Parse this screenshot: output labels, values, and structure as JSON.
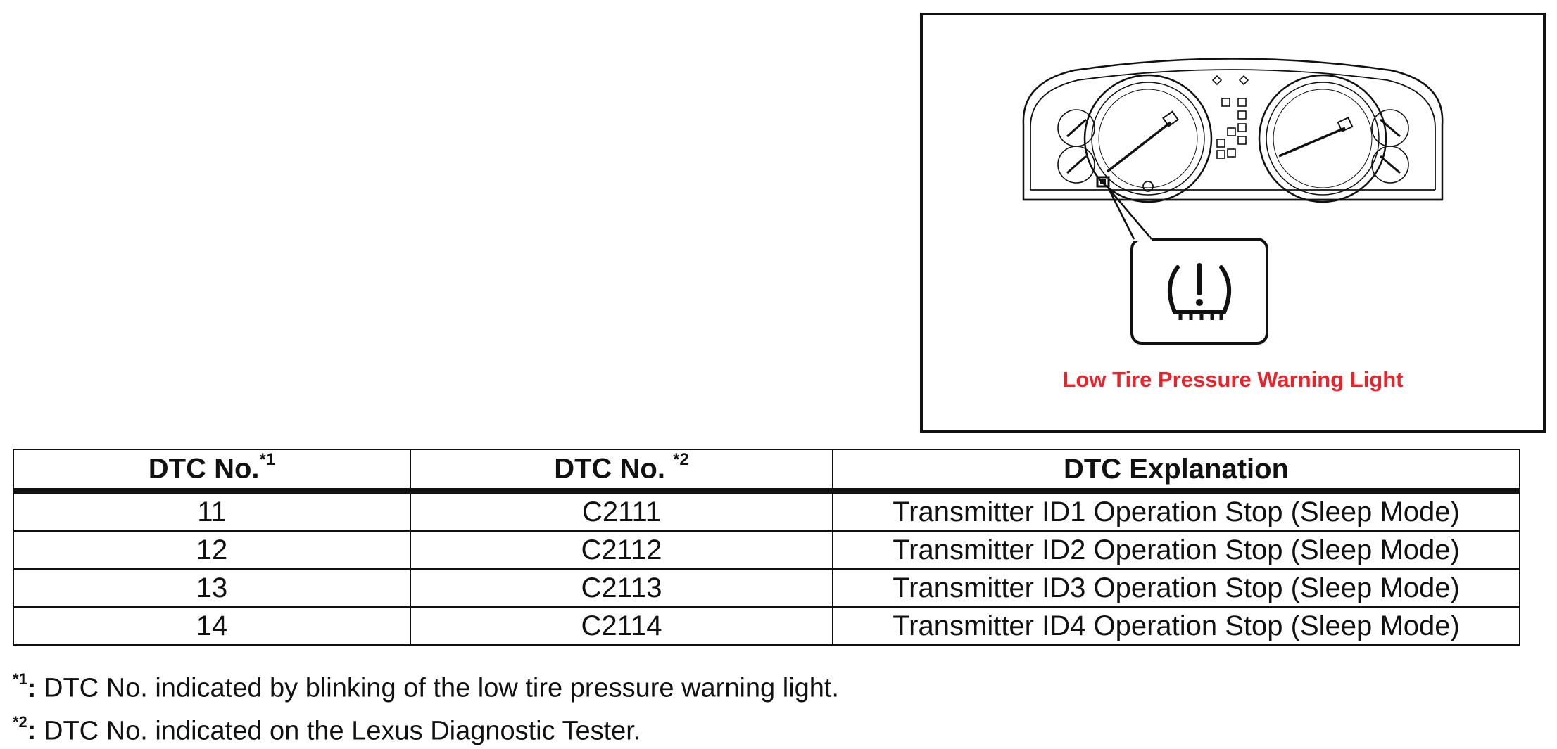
{
  "figure": {
    "caption": "Low Tire Pressure Warning Light",
    "caption_color": "#e8242b",
    "icons": [
      "instrument-cluster-icon",
      "tire-pressure-warning-icon"
    ]
  },
  "table": {
    "headers": [
      {
        "text": "DTC No.",
        "sup": "*1"
      },
      {
        "text": "DTC No. ",
        "sup": "*2"
      },
      {
        "text": "DTC Explanation",
        "sup": ""
      }
    ],
    "rows": [
      [
        "11",
        "C2111",
        "Transmitter ID1 Operation Stop (Sleep Mode)"
      ],
      [
        "12",
        "C2112",
        "Transmitter ID2 Operation Stop (Sleep Mode)"
      ],
      [
        "13",
        "C2113",
        "Transmitter ID3 Operation Stop (Sleep Mode)"
      ],
      [
        "14",
        "C2114",
        "Transmitter ID4 Operation Stop (Sleep Mode)"
      ]
    ]
  },
  "footnotes": [
    {
      "mark": "*1",
      "colon": ":",
      "text": " DTC No. indicated by blinking of the low tire pressure warning light."
    },
    {
      "mark": "*2",
      "colon": ":",
      "text": " DTC No. indicated on the Lexus Diagnostic Tester."
    }
  ]
}
